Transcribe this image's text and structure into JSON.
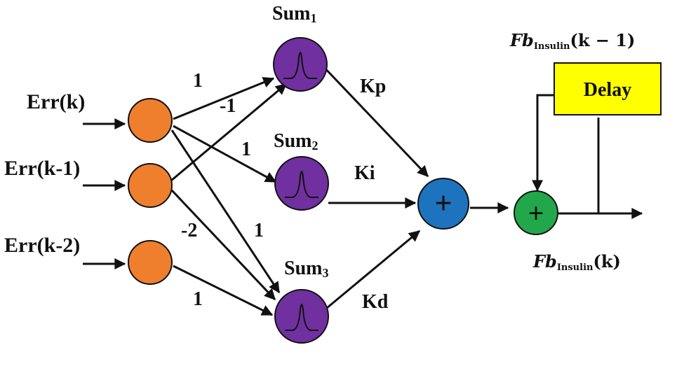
{
  "inputs": [
    {
      "label": "Err(k)"
    },
    {
      "label": "Err(k-1)"
    },
    {
      "label": "Err(k-2)"
    }
  ],
  "sums": [
    {
      "label": "Sum",
      "sub": "1"
    },
    {
      "label": "Sum",
      "sub": "2"
    },
    {
      "label": "Sum",
      "sub": "3"
    }
  ],
  "weights": {
    "in1_sum1": "1",
    "in2_sum1": "-1",
    "in1_sum2": "1",
    "in2_sum3": "-2",
    "in1_sum3": "1",
    "in3_sum3": "1"
  },
  "gains": {
    "kp": "Kp",
    "ki": "Ki",
    "kd": "Kd"
  },
  "adder_symbol": "+",
  "feedback_adder_symbol": "+",
  "delay": {
    "label": "Delay"
  },
  "feedback_prev": {
    "main": "Fb",
    "sub": "Insulin",
    "arg": "(k − 1)"
  },
  "feedback_out": {
    "main": "Fb",
    "sub": "Insulin",
    "arg": "(k)"
  },
  "colors": {
    "input_node": "#F07F2D",
    "sum_node": "#7030A0",
    "adder": "#1E73BE",
    "feedback_adder": "#22A84A",
    "delay_box": "#FFFF00"
  }
}
